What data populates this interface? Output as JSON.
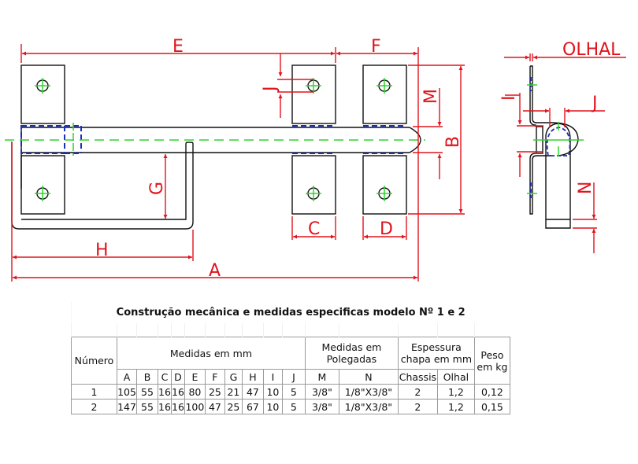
{
  "drawing": {
    "dimension_labels": {
      "A": "A",
      "B": "B",
      "C": "C",
      "D": "D",
      "E": "E",
      "F": "F",
      "G": "G",
      "H": "H",
      "I": "I",
      "J": "J",
      "M": "M",
      "N": "N",
      "J_side": "J",
      "olhal": "OLHAL"
    },
    "colors": {
      "dimension": "#e0141c",
      "outline": "#111111",
      "hidden_line": "#1a2fb8",
      "center_line": "#2fd42f"
    }
  },
  "table": {
    "title": "Construção mecânica e medidas  especificas modelo Nº  1 e 2",
    "headers": {
      "numero": "Número",
      "medidas_mm": "Medidas em mm",
      "medidas_pol_1": "Medidas em",
      "medidas_pol_2": "Polegadas",
      "espessura_1": "Espessura",
      "espessura_2": "chapa em mm",
      "peso_1": "Peso",
      "peso_2": "em kg"
    },
    "subheaders": [
      "A",
      "B",
      "C",
      "D",
      "E",
      "F",
      "G",
      "H",
      "I",
      "J",
      "M",
      "N",
      "Chassis",
      "Olhal"
    ],
    "rows": [
      {
        "numero": "1",
        "cells": [
          "105",
          "55",
          "16",
          "16",
          "80",
          "25",
          "21",
          "47",
          "10",
          "5",
          "3/8\"",
          "1/8\"X3/8\"",
          "2",
          "1,2"
        ],
        "peso": "0,12"
      },
      {
        "numero": "2",
        "cells": [
          "147",
          "55",
          "16",
          "16",
          "100",
          "47",
          "25",
          "67",
          "10",
          "5",
          "3/8\"",
          "1/8\"X3/8\"",
          "2",
          "1,2"
        ],
        "peso": "0,15"
      }
    ]
  }
}
